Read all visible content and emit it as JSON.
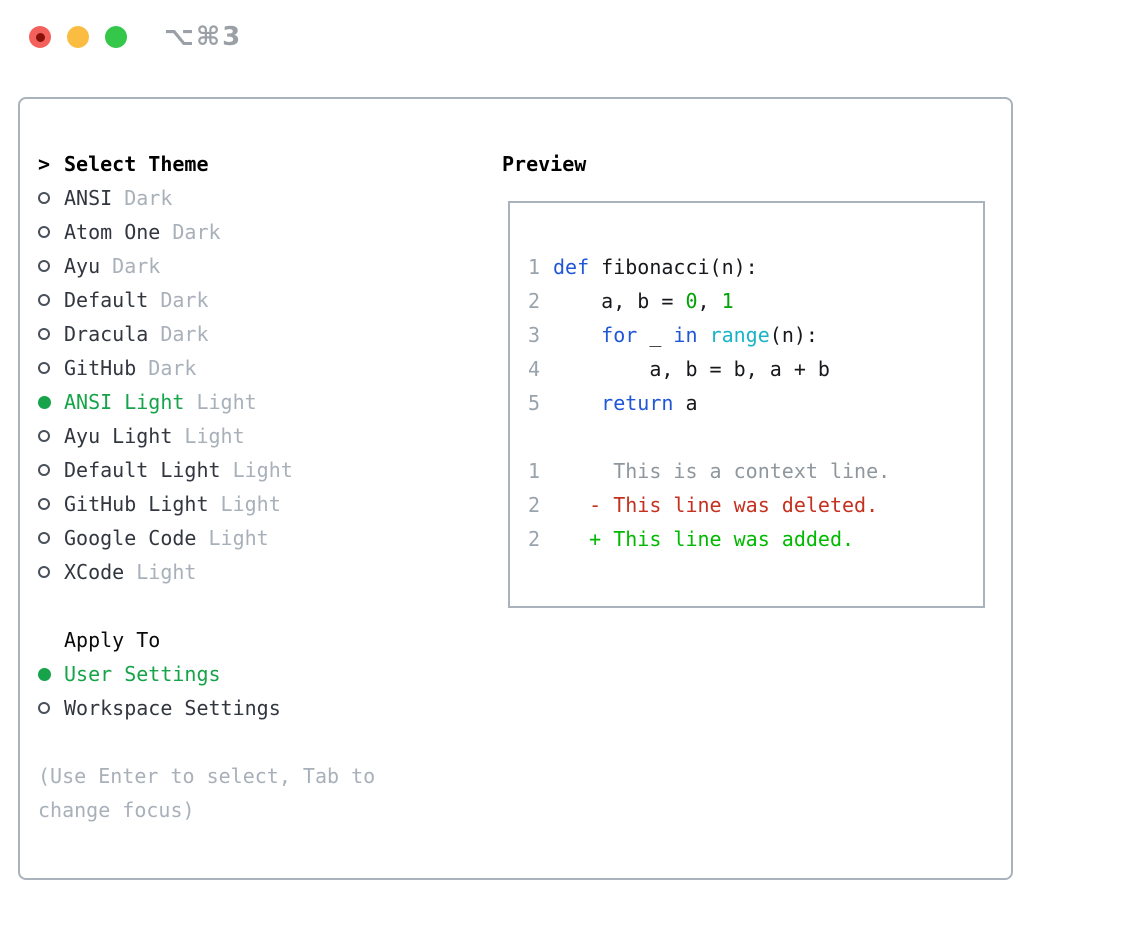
{
  "window": {
    "title": "⌥⌘3"
  },
  "theme_panel": {
    "cursor": ">",
    "header": "Select Theme",
    "themes": [
      {
        "name": "ANSI",
        "tag": "Dark",
        "selected": false
      },
      {
        "name": "Atom One",
        "tag": "Dark",
        "selected": false
      },
      {
        "name": "Ayu",
        "tag": "Dark",
        "selected": false
      },
      {
        "name": "Default",
        "tag": "Dark",
        "selected": false
      },
      {
        "name": "Dracula",
        "tag": "Dark",
        "selected": false
      },
      {
        "name": "GitHub",
        "tag": "Dark",
        "selected": false
      },
      {
        "name": "ANSI Light",
        "tag": "Light",
        "selected": true
      },
      {
        "name": "Ayu Light",
        "tag": "Light",
        "selected": false
      },
      {
        "name": "Default Light",
        "tag": "Light",
        "selected": false
      },
      {
        "name": "GitHub Light",
        "tag": "Light",
        "selected": false
      },
      {
        "name": "Google Code",
        "tag": "Light",
        "selected": false
      },
      {
        "name": "XCode",
        "tag": "Light",
        "selected": false
      }
    ],
    "apply_to": {
      "header": "Apply To",
      "options": [
        {
          "label": "User Settings",
          "selected": true
        },
        {
          "label": "Workspace Settings",
          "selected": false
        }
      ]
    },
    "hint": "(Use Enter to select, Tab to change focus)"
  },
  "preview_panel": {
    "header": "Preview",
    "lines": [
      {
        "num": "1",
        "tokens": [
          {
            "text": "def",
            "type": "keyword"
          },
          {
            "text": " fibonacci(n):",
            "type": "plain"
          }
        ]
      },
      {
        "num": "2",
        "tokens": [
          {
            "text": "    a, b = ",
            "type": "plain"
          },
          {
            "text": "0",
            "type": "number"
          },
          {
            "text": ", ",
            "type": "plain"
          },
          {
            "text": "1",
            "type": "number"
          }
        ]
      },
      {
        "num": "3",
        "tokens": [
          {
            "text": "    ",
            "type": "plain"
          },
          {
            "text": "for",
            "type": "keyword"
          },
          {
            "text": " _ ",
            "type": "plain"
          },
          {
            "text": "in",
            "type": "keyword"
          },
          {
            "text": " ",
            "type": "plain"
          },
          {
            "text": "range",
            "type": "builtin"
          },
          {
            "text": "(n):",
            "type": "plain"
          }
        ]
      },
      {
        "num": "4",
        "tokens": [
          {
            "text": "        a, b = b, a + b",
            "type": "plain"
          }
        ]
      },
      {
        "num": "5",
        "tokens": [
          {
            "text": "    ",
            "type": "plain"
          },
          {
            "text": "return",
            "type": "keyword"
          },
          {
            "text": " a",
            "type": "plain"
          }
        ]
      },
      {
        "num": "",
        "tokens": []
      },
      {
        "num": "1",
        "tokens": [
          {
            "text": "     This is a context line.",
            "type": "context"
          }
        ]
      },
      {
        "num": "2",
        "tokens": [
          {
            "text": "   - This line was deleted.",
            "type": "deleted"
          }
        ]
      },
      {
        "num": "2",
        "tokens": [
          {
            "text": "   + This line was added.",
            "type": "added"
          }
        ]
      }
    ]
  },
  "colors": {
    "selection_green": "#17a34a",
    "keyword_blue": "#2057d8",
    "builtin_cyan": "#1ab4c9",
    "number_green": "#00a305",
    "added_green": "#00b900",
    "deleted_red": "#c4311f",
    "muted_gray": "#a8b0ba",
    "line_number_gray": "#99a3ad",
    "context_gray": "#8f979e",
    "border_gray": "#aab2bd",
    "text_dark": "#31363f",
    "title_gray": "#9aa0a6",
    "traffic_red": "#f4615c",
    "traffic_red_dot": "#87100a",
    "traffic_yellow": "#fbbd41",
    "traffic_green": "#34c749"
  }
}
